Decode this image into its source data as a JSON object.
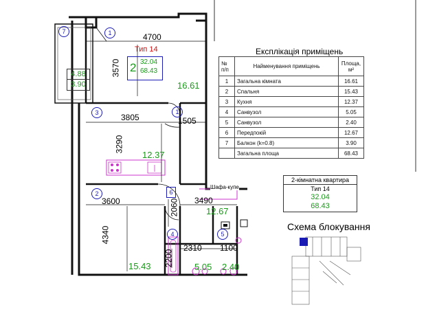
{
  "plan": {
    "apartment_type_label": "Тип 14",
    "rooms_count": "2",
    "living_area": "32.04",
    "total_area": "68.43",
    "balcony_area": "4.88",
    "balcony_area_reduced": "3.90",
    "room_numbers": [
      "1",
      "1",
      "2",
      "3",
      "4",
      "5",
      "6",
      "7"
    ],
    "room_areas": {
      "living": "16.61",
      "kitchen": "12.37",
      "bedroom": "15.43",
      "hallway": "12.67",
      "bath": "5.05",
      "wc": "2.40"
    },
    "dimensions": [
      "4700",
      "3570",
      "3805",
      "3290",
      "1505",
      "3600",
      "4340",
      "2060",
      "3490",
      "2310",
      "2200",
      "1100"
    ],
    "wardrobe_label": "Шафа-купе"
  },
  "explication": {
    "title": "Експлікація приміщень",
    "headers": [
      "№ п/п",
      "Найменування приміщень",
      "Площа, м²"
    ],
    "rows": [
      [
        "1",
        "Загальна кімната",
        "16.61"
      ],
      [
        "2",
        "Спальня",
        "15.43"
      ],
      [
        "3",
        "Кухня",
        "12.37"
      ],
      [
        "4",
        "Санвузол",
        "5.05"
      ],
      [
        "5",
        "Санвузол",
        "2.40"
      ],
      [
        "6",
        "Передпокій",
        "12.67"
      ],
      [
        "7",
        "Балкон (k=0.8)",
        "3.90"
      ],
      [
        "",
        "Загальна площа",
        "68.43"
      ]
    ]
  },
  "summary_box": {
    "title": "2-кімнатна квартира",
    "type": "Тип 14",
    "living_area": "32.04",
    "total_area": "68.43"
  },
  "block_scheme": {
    "title": "Схема блокування"
  },
  "colors": {
    "area_green": "#1a9a1a",
    "accent_blue": "#1a1ab5",
    "pink": "#cc33cc",
    "wall": "#111111"
  }
}
